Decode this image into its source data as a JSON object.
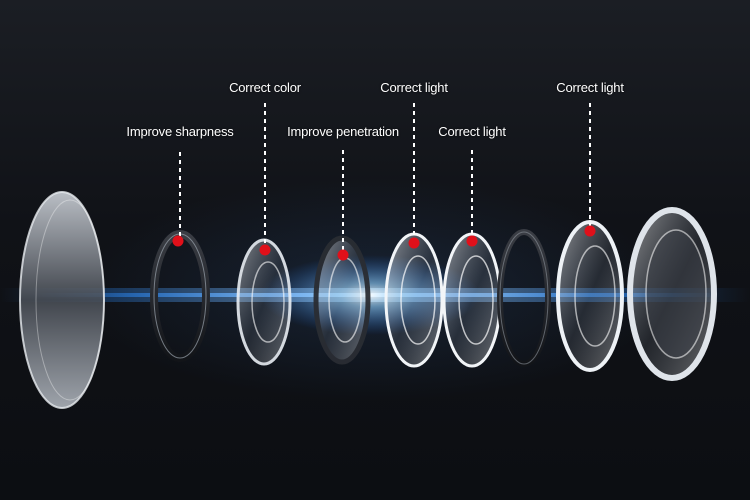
{
  "callouts": [
    {
      "id": "c1",
      "text": "Improve sharpness"
    },
    {
      "id": "c2",
      "text": "Correct color"
    },
    {
      "id": "c3",
      "text": "Improve penetration"
    },
    {
      "id": "c4",
      "text": "Correct light"
    },
    {
      "id": "c5",
      "text": "Correct light"
    },
    {
      "id": "c6",
      "text": "Correct light"
    }
  ],
  "colors": {
    "background": "#0b0d12",
    "beam": "#2f8fff",
    "marker": "#e0101a",
    "label_text": "#ffffff",
    "leader_line": "#ffffff"
  }
}
